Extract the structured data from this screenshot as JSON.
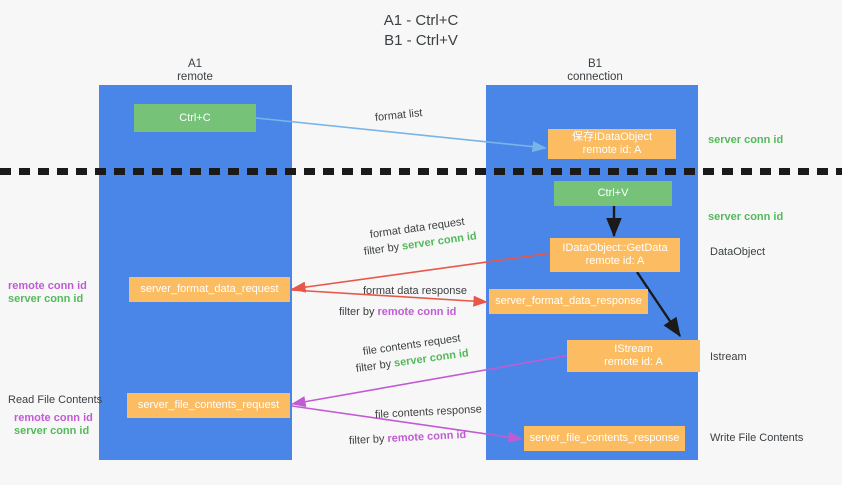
{
  "title": {
    "line1": "A1 - Ctrl+C",
    "line2": "B1 - Ctrl+V"
  },
  "columns": [
    {
      "name": "A1",
      "sub": "remote"
    },
    {
      "name": "B1",
      "sub": "connection"
    }
  ],
  "colors": {
    "lane": "#4a86e8",
    "green_box": "#77c279",
    "orange_box": "#fbbc62",
    "server_conn_id": "#54b95c",
    "remote_conn_id": "#c15bd4",
    "red_arrow": "#e8574a",
    "purple_arrow": "#c15bd4",
    "blue_arrow": "#79b4e8",
    "black_arrow": "#1a1a1a",
    "background": "#f7f7f7"
  },
  "boxes": {
    "ctrl_c": "Ctrl+C",
    "ctrl_v": "Ctrl+V",
    "save_dataobject_line1": "保存IDataObject",
    "save_dataobject_line2": "remote id: A",
    "getdata_line1": "IDataObject::GetData",
    "getdata_line2": "remote id: A",
    "istream_line1": "IStream",
    "istream_line2": "remote id: A",
    "server_format_data_request": "server_format_data_request",
    "server_format_data_response": "server_format_data_response",
    "server_file_contents_request": "server_file_contents_request",
    "server_file_contents_response": "server_file_contents_response"
  },
  "arrow_labels": {
    "format_list": "format list",
    "format_data_request": "format data request",
    "format_data_request_filter_prefix": "filter by ",
    "format_data_request_filter_value": "server conn id",
    "format_data_response": "format data response",
    "format_data_response_filter_prefix": "filter by ",
    "format_data_response_filter_value": "remote conn id",
    "file_contents_request": "file contents request",
    "file_contents_request_filter_prefix": "filter by ",
    "file_contents_request_filter_value": "server conn id",
    "file_contents_response": "file contents response",
    "file_contents_response_filter_prefix": "filter by ",
    "file_contents_response_filter_value": "remote conn id"
  },
  "left_notes": {
    "remote_conn_id": "remote conn id",
    "server_conn_id": "server conn id",
    "read_file_contents": "Read File Contents",
    "remote_conn_id_2": "remote conn id",
    "server_conn_id_2": "server conn id"
  },
  "right_notes": {
    "server_conn_id_top": "server conn id",
    "server_conn_id_mid": "server conn id",
    "dataobject": "DataObject",
    "istream": "Istream",
    "write_file_contents": "Write File Contents"
  }
}
